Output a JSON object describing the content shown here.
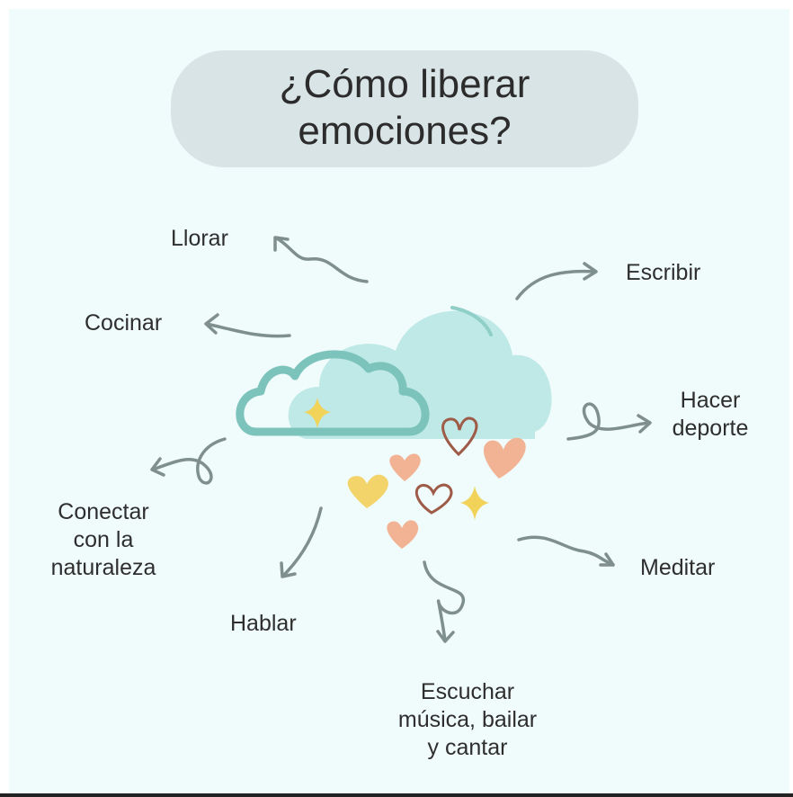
{
  "title_line1": "¿Cómo liberar",
  "title_line2": "emociones?",
  "labels": {
    "llorar": "Llorar",
    "cocinar": "Cocinar",
    "escribir": "Escribir",
    "hacer_deporte_1": "Hacer",
    "hacer_deporte_2": "deporte",
    "conectar_1": "Conectar",
    "conectar_2": "con la",
    "conectar_3": "naturaleza",
    "meditar": "Meditar",
    "hablar": "Hablar",
    "escuchar_1": "Escuchar",
    "escuchar_2": "música, bailar",
    "escuchar_3": "y cantar"
  },
  "icons": [
    "cloud-icon",
    "outline-cloud-icon",
    "sparkle-icon",
    "heart-icon",
    "arrow-icon"
  ],
  "colors": {
    "background": "#f0fbfb",
    "title_pill": "#d9e4e6",
    "cloud_fill": "#bfe9e6",
    "cloud_outline": "#7cc3bc",
    "arrow": "#7f8f8e",
    "heart_peach": "#f2b394",
    "heart_yellow": "#f2d46a",
    "heart_outline": "#9e5b47",
    "sparkle": "#f1d35a"
  }
}
